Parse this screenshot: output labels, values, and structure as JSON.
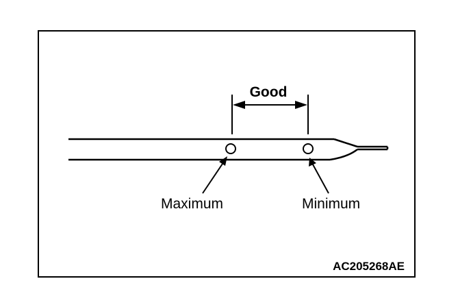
{
  "diagram": {
    "range_label": "Good",
    "max_label": "Maximum",
    "min_label": "Minimum",
    "figure_code": "AC205268AE"
  }
}
